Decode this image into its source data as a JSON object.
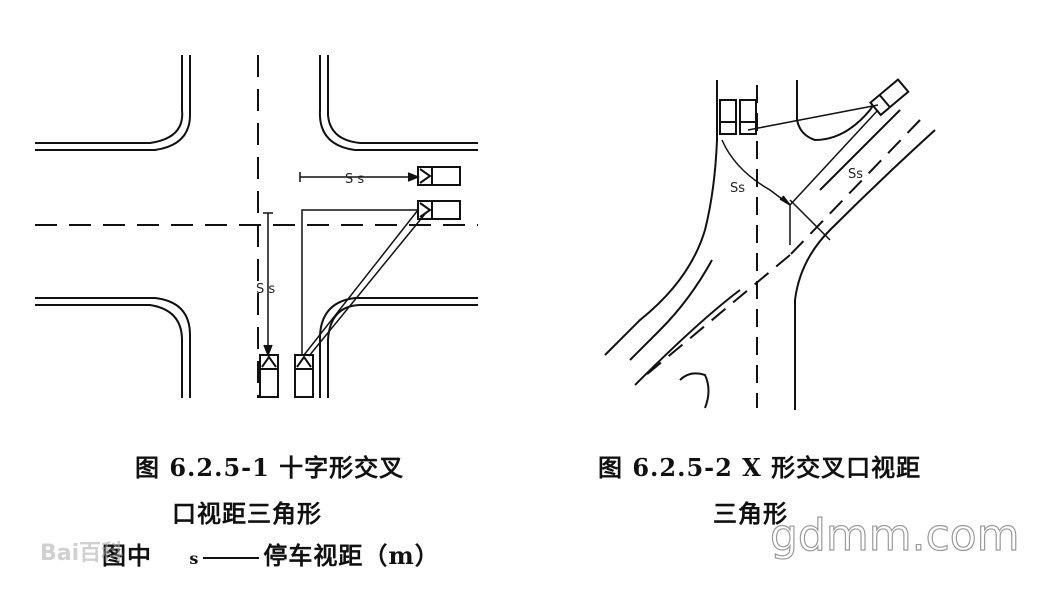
{
  "figure1": {
    "caption_line1": "图 6.2.5-1 十字形交叉",
    "caption_line2": "口视距三角形",
    "caption_line3_prefix": "图中",
    "caption_line3_symbol": "s",
    "caption_line3_suffix": "停车视距（m）",
    "label_horizontal": "S s",
    "label_vertical": "S s"
  },
  "figure2": {
    "caption_line1": "图 6.2.5-2 X 形交叉口视距",
    "caption_line2": "三角形",
    "label_left": "Ss",
    "label_right": "Ss"
  },
  "watermarks": {
    "baidu": "Bai百科",
    "gdmm": "gdmm.com"
  },
  "colors": {
    "line": "#111111",
    "watermark_gray": "#9a9a9a"
  }
}
